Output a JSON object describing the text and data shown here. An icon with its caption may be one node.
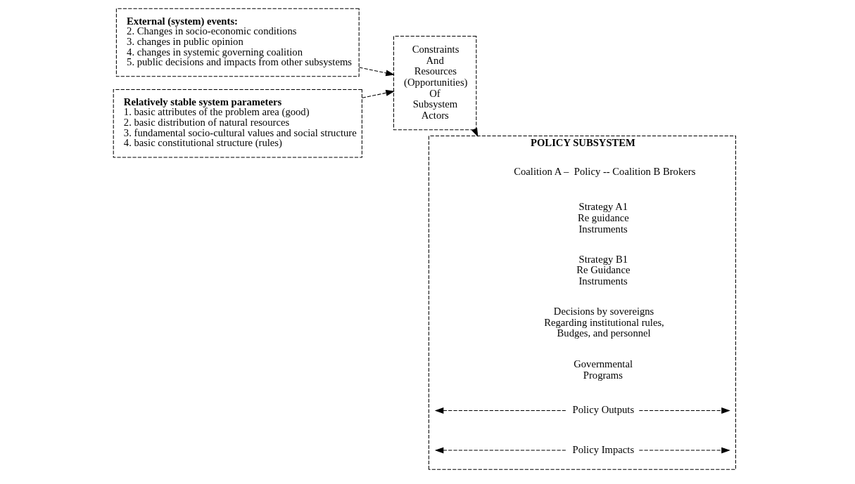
{
  "diagram": {
    "nodes": [
      {
        "text": [
          "External (system) events:",
          "2. Changes in socio-economic conditions",
          "3. changes in public opinion",
          "4. changes in systemic governing coalition",
          "5. public decisions and impacts from other subsystems"
        ]
      },
      {
        "text": [
          "Relatively stable system parameters",
          "1. basic attributes of the problem area (good)",
          "2. basic distribution of natural resources",
          "3. fundamental socio-cultural values and social structure",
          "4. basic constitutional structure (rules)"
        ]
      },
      {
        "text": [
          "Constraints",
          "And",
          "Resources",
          "(Opportunities)",
          "Of",
          "Subsystem",
          "Actors"
        ]
      },
      {
        "text": [
          "POLICY SUBSYSTEM"
        ]
      },
      {
        "text": [
          "Coalition A –  Policy -- Coalition B Brokers"
        ],
        "in": 3
      },
      {
        "text": [
          "Strategy A1 Re guidance Instruments"
        ],
        "in": 3
      },
      {
        "text": [
          "Strategy B1 Re Guidance Instruments"
        ],
        "in": 3
      },
      {
        "text": [
          "Decisions by sovereigns Regarding institutional rules, Budges, and personnel"
        ],
        "in": 3
      },
      {
        "text": [
          "Governmental Programs"
        ],
        "in": 3
      },
      {
        "text": [
          "Policy Outputs"
        ],
        "in": 3
      },
      {
        "text": [
          "Policy Impacts"
        ],
        "in": 3
      }
    ],
    "edges": [
      {
        "from": 0,
        "to": 2,
        "arrow": "to",
        "style": "dashed"
      },
      {
        "from": 1,
        "to": 2,
        "arrow": "to",
        "style": "dashed"
      },
      {
        "from": 2,
        "to": 3,
        "arrow": "to",
        "style": "dashed"
      },
      {
        "from": 9,
        "to": null,
        "arrow": "to",
        "style": "dashed"
      },
      {
        "from": 9,
        "to": null,
        "arrow": "to",
        "style": "dashed"
      },
      {
        "from": 10,
        "to": null,
        "arrow": "to",
        "style": "dashed"
      },
      {
        "from": 10,
        "to": null,
        "arrow": "to",
        "style": "dashed"
      }
    ]
  }
}
